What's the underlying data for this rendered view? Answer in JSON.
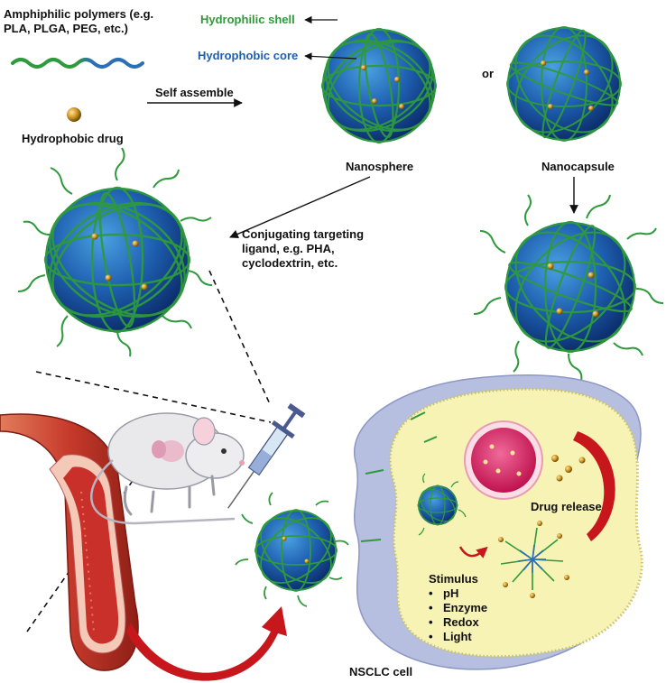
{
  "labels": {
    "polymers_line1": "Amphiphilic polymers (e.g.",
    "polymers_line2": "PLA, PLGA, PEG, etc.)",
    "hydrophobic_drug": "Hydrophobic drug",
    "self_assemble": "Self assemble",
    "hydrophilic_shell": "Hydrophilic shell",
    "hydrophobic_core": "Hydrophobic core",
    "or": "or",
    "nanosphere": "Nanosphere",
    "nanocapsule": "Nanocapsule",
    "conjugating_line1": "Conjugating targeting",
    "conjugating_line2": "ligand, e.g. PHA,",
    "conjugating_line3": "cyclodextrin, etc.",
    "drug_release": "Drug release",
    "stimulus": "Stimulus",
    "stimuli": [
      "pH",
      "Enzyme",
      "Redox",
      "Light"
    ],
    "nsclc_cell": "NSCLC cell"
  },
  "colors": {
    "shell_green": "#2e9a3c",
    "core_blue": "#1f5fb0",
    "drug_gold": "#c8901e",
    "cell_yellow": "#f7f3b4",
    "cell_membrane": "#aab4d8",
    "vesicle_pink": "#e0246a",
    "arrow_red": "#c8161d",
    "vessel_red": "#c63a2b"
  }
}
